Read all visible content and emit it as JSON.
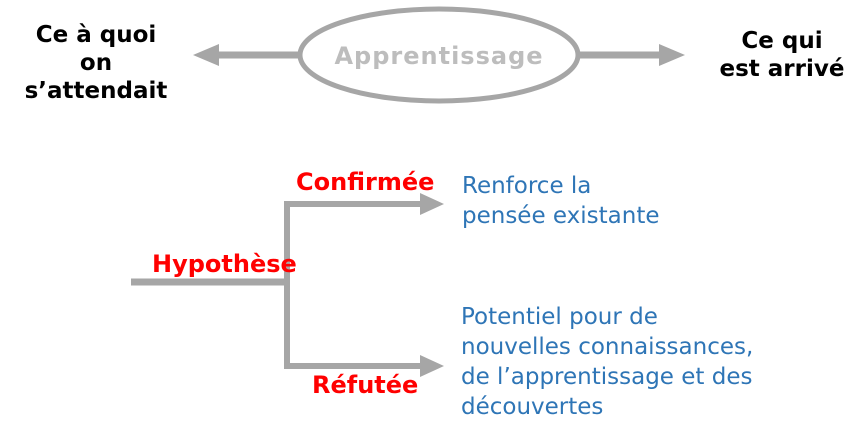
{
  "colors": {
    "connector_gray": "#A6A6A6",
    "ellipse_text_gray": "#BDBDBD",
    "label_red": "#FF0000",
    "outcome_blue": "#2E75B6",
    "text_black": "#000000",
    "background": "#FFFFFF"
  },
  "top_row": {
    "left_label": "Ce à quoi\non s’attendait",
    "center_label": "Apprentissage",
    "right_label": "Ce qui\nest arrivé"
  },
  "branch": {
    "stem_label": "Hypothèse",
    "top_branch_label": "Confirmée",
    "bottom_branch_label": "Réfutée",
    "top_outcome": "Renforce la\npensée existante",
    "bottom_outcome": "Potentiel pour de\nnouvelles connaissances,\nde l’apprentissage et des\ndécouvertes"
  }
}
